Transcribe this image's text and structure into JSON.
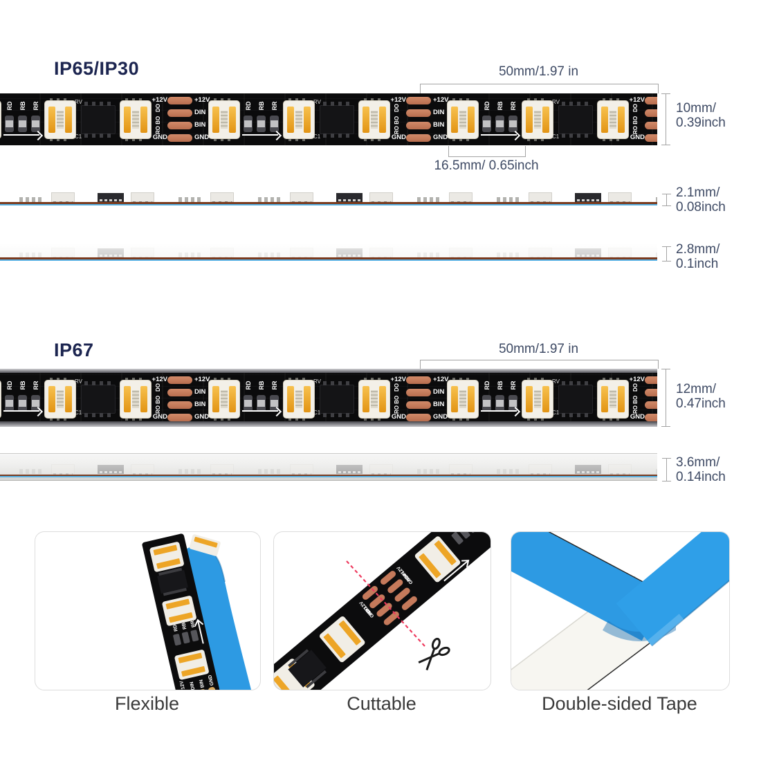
{
  "sections": {
    "ip65": {
      "title": "IP65/IP30",
      "length_label": "50mm/1.97 in",
      "height_label_l1": "10mm/",
      "height_label_l2": "0.39inch",
      "pitch_label": "16.5mm/ 0.65inch",
      "side_thin_l1": "2.1mm/",
      "side_thin_l2": "0.08inch",
      "side_thick_l1": "2.8mm/",
      "side_thick_l2": "0.1inch"
    },
    "ip67": {
      "title": "IP67",
      "length_label": "50mm/1.97 in",
      "height_label_l1": "12mm/",
      "height_label_l2": "0.47inch",
      "side_l1": "3.6mm/",
      "side_l2": "0.14inch"
    }
  },
  "strip": {
    "pads_left_labels": [
      "+12V",
      "DO",
      "RO BO",
      "GND"
    ],
    "pads_right_labels": [
      "+12V",
      "DIN",
      "BIN",
      "GND"
    ],
    "resistor_labels": [
      "RD",
      "RB",
      "RR"
    ],
    "ic_label_top": "RV",
    "ic_label_bottom": "C1"
  },
  "cards": [
    {
      "label": "Flexible"
    },
    {
      "label": "Cuttable"
    },
    {
      "label": "Double-sided Tape"
    }
  ],
  "colors": {
    "title_navy": "#1c2550",
    "dim_text": "#3e4a64",
    "bracket_line": "#a3a3a3",
    "pcb_black": "#0b0b0c",
    "copper_pad": "#c57a5b",
    "tape_blue": "#2d9ae3",
    "cut_line_red": "#ee3a5e",
    "led_amber": "#eda526"
  }
}
